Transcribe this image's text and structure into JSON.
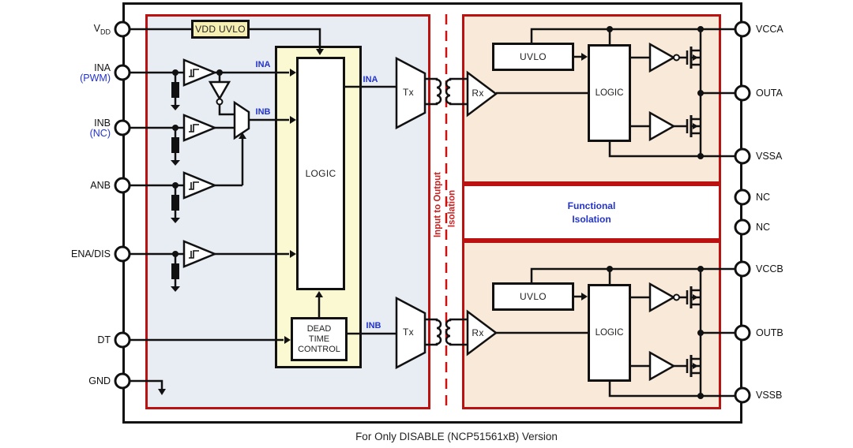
{
  "caption": "For Only DISABLE (NCP51561xB) Version",
  "colors": {
    "barrier_red": "#bb1111",
    "signal_blue": "#2233cc",
    "input_region_fill": "#e8edf4",
    "logic_region_fill": "#fbf9d2",
    "output_region_fill": "#f9e9d9",
    "uvlo_block_fill": "#f6efb4"
  },
  "pins": {
    "left": [
      {
        "base": "V",
        "sub": "DD"
      },
      {
        "name": "INA",
        "note": "(PWM)"
      },
      {
        "name": "INB",
        "note": "(NC)"
      },
      {
        "name": "ANB"
      },
      {
        "name": "ENA/DIS"
      },
      {
        "name": "DT"
      },
      {
        "name": "GND"
      }
    ],
    "right": [
      "VCCA",
      "OUTA",
      "VSSA",
      "NC",
      "NC",
      "VCCB",
      "OUTB",
      "VSSB"
    ]
  },
  "blocks": {
    "vdd_uvlo": "VDD UVLO",
    "input_logic": "LOGIC",
    "dead_time": [
      "DEAD",
      "TIME",
      "CONTROL"
    ],
    "tx": "Tx",
    "rx": "Rx",
    "uvlo": "UVLO",
    "output_logic": "LOGIC"
  },
  "labels": {
    "ina_internal": "INA",
    "inb_internal": "INB",
    "ina_channel": "INA",
    "inb_channel": "INB",
    "isolation_rot": [
      "Input to Output",
      "Isolation"
    ],
    "functional": [
      "Functional",
      "Isolation"
    ]
  }
}
